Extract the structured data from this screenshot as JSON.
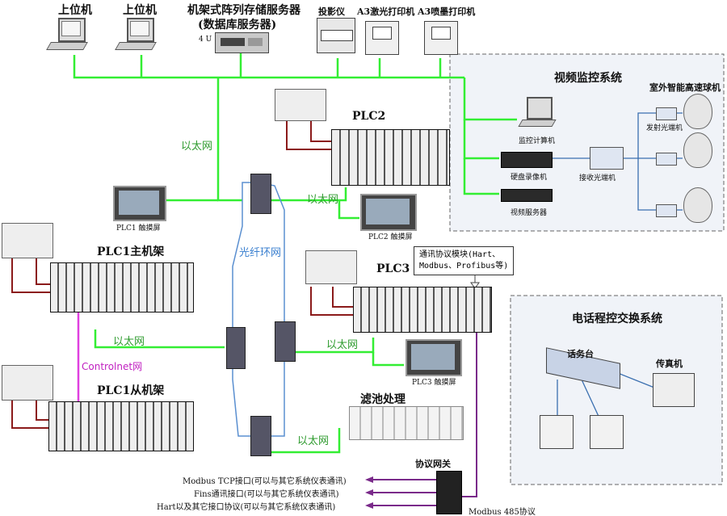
{
  "top": {
    "host1": "上位机",
    "host2": "上位机",
    "server": "机架式阵列存储服务器",
    "server_sub": "(数据库服务器)",
    "server_size": "4 U",
    "projector": "投影仪",
    "printer_laser": "A3激光打印机",
    "printer_ink": "A3喷墨打印机"
  },
  "video": {
    "title": "视频监控系统",
    "dome": "室外智能高速球机",
    "monitor_pc": "监控计算机",
    "dvr": "硬盘录像机",
    "video_server": "视频服务器",
    "tx_optical": "发射光端机",
    "rx_optical": "接收光端机"
  },
  "phone": {
    "title": "电话程控交换系统",
    "console": "话务台",
    "fax": "传真机"
  },
  "plc": {
    "plc2": "PLC2",
    "plc2_touch": "PLC2 触摸屏",
    "plc1_touch": "PLC1 触摸屏",
    "plc1_main": "PLC1主机架",
    "plc1_slave": "PLC1从机架",
    "plc3": "PLC3",
    "plc3_touch": "PLC3 触摸屏",
    "comm_module_line1": "通讯协议模块(Hart、",
    "comm_module_line2": "Modbus、Profibus等)",
    "filter": "滤池处理",
    "gateway": "协议网关"
  },
  "links": {
    "ethernet": "以太网",
    "fiber_ring": "光纤环网",
    "controlnet": "Controlnet网",
    "modbus485": "Modbus 485协议",
    "modbus_tcp": "Modbus TCP接口(可以与其它系统仪表通讯)",
    "fins": "Fins通讯接口(可以与其它系统仪表通讯)",
    "hart": "Hart以及其它接口协议(可以与其它系统仪表通讯)"
  },
  "colors": {
    "ethernet": "#33ff33",
    "fiber": "#5a8fd0",
    "controlnet": "#e040e0",
    "serial": "#7a2a8a",
    "dark_red": "#8b1a1a"
  }
}
